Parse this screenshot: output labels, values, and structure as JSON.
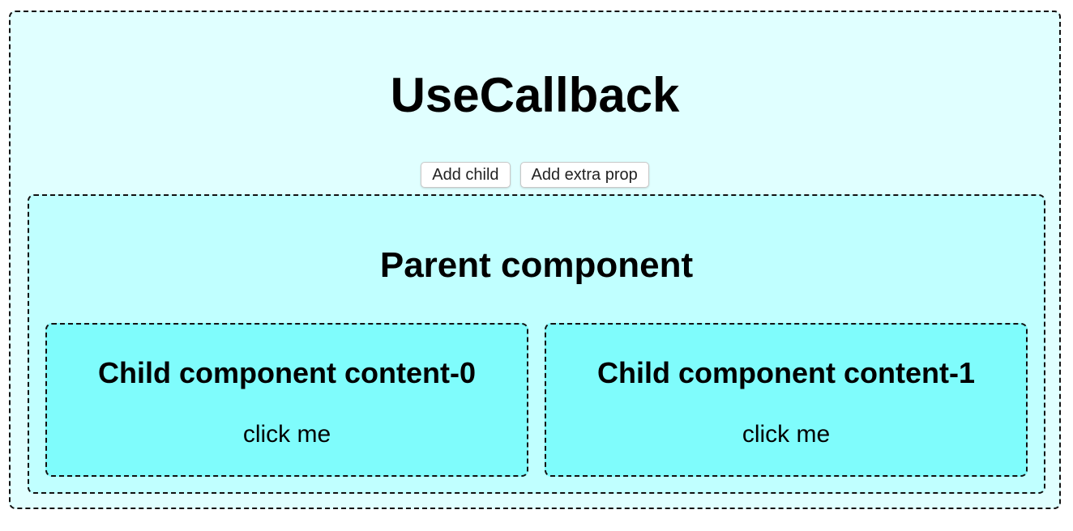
{
  "app": {
    "title": "UseCallback",
    "buttons": {
      "add_child": "Add child",
      "add_extra_prop": "Add extra prop"
    }
  },
  "parent": {
    "title": "Parent component",
    "children": [
      {
        "title": "Child component content-0",
        "action": "click me"
      },
      {
        "title": "Child component content-1",
        "action": "click me"
      }
    ]
  },
  "colors": {
    "outer_background": "#e0ffff",
    "parent_background": "#c0ffff",
    "child_background": "#7ffcfc",
    "border": "#111111"
  }
}
